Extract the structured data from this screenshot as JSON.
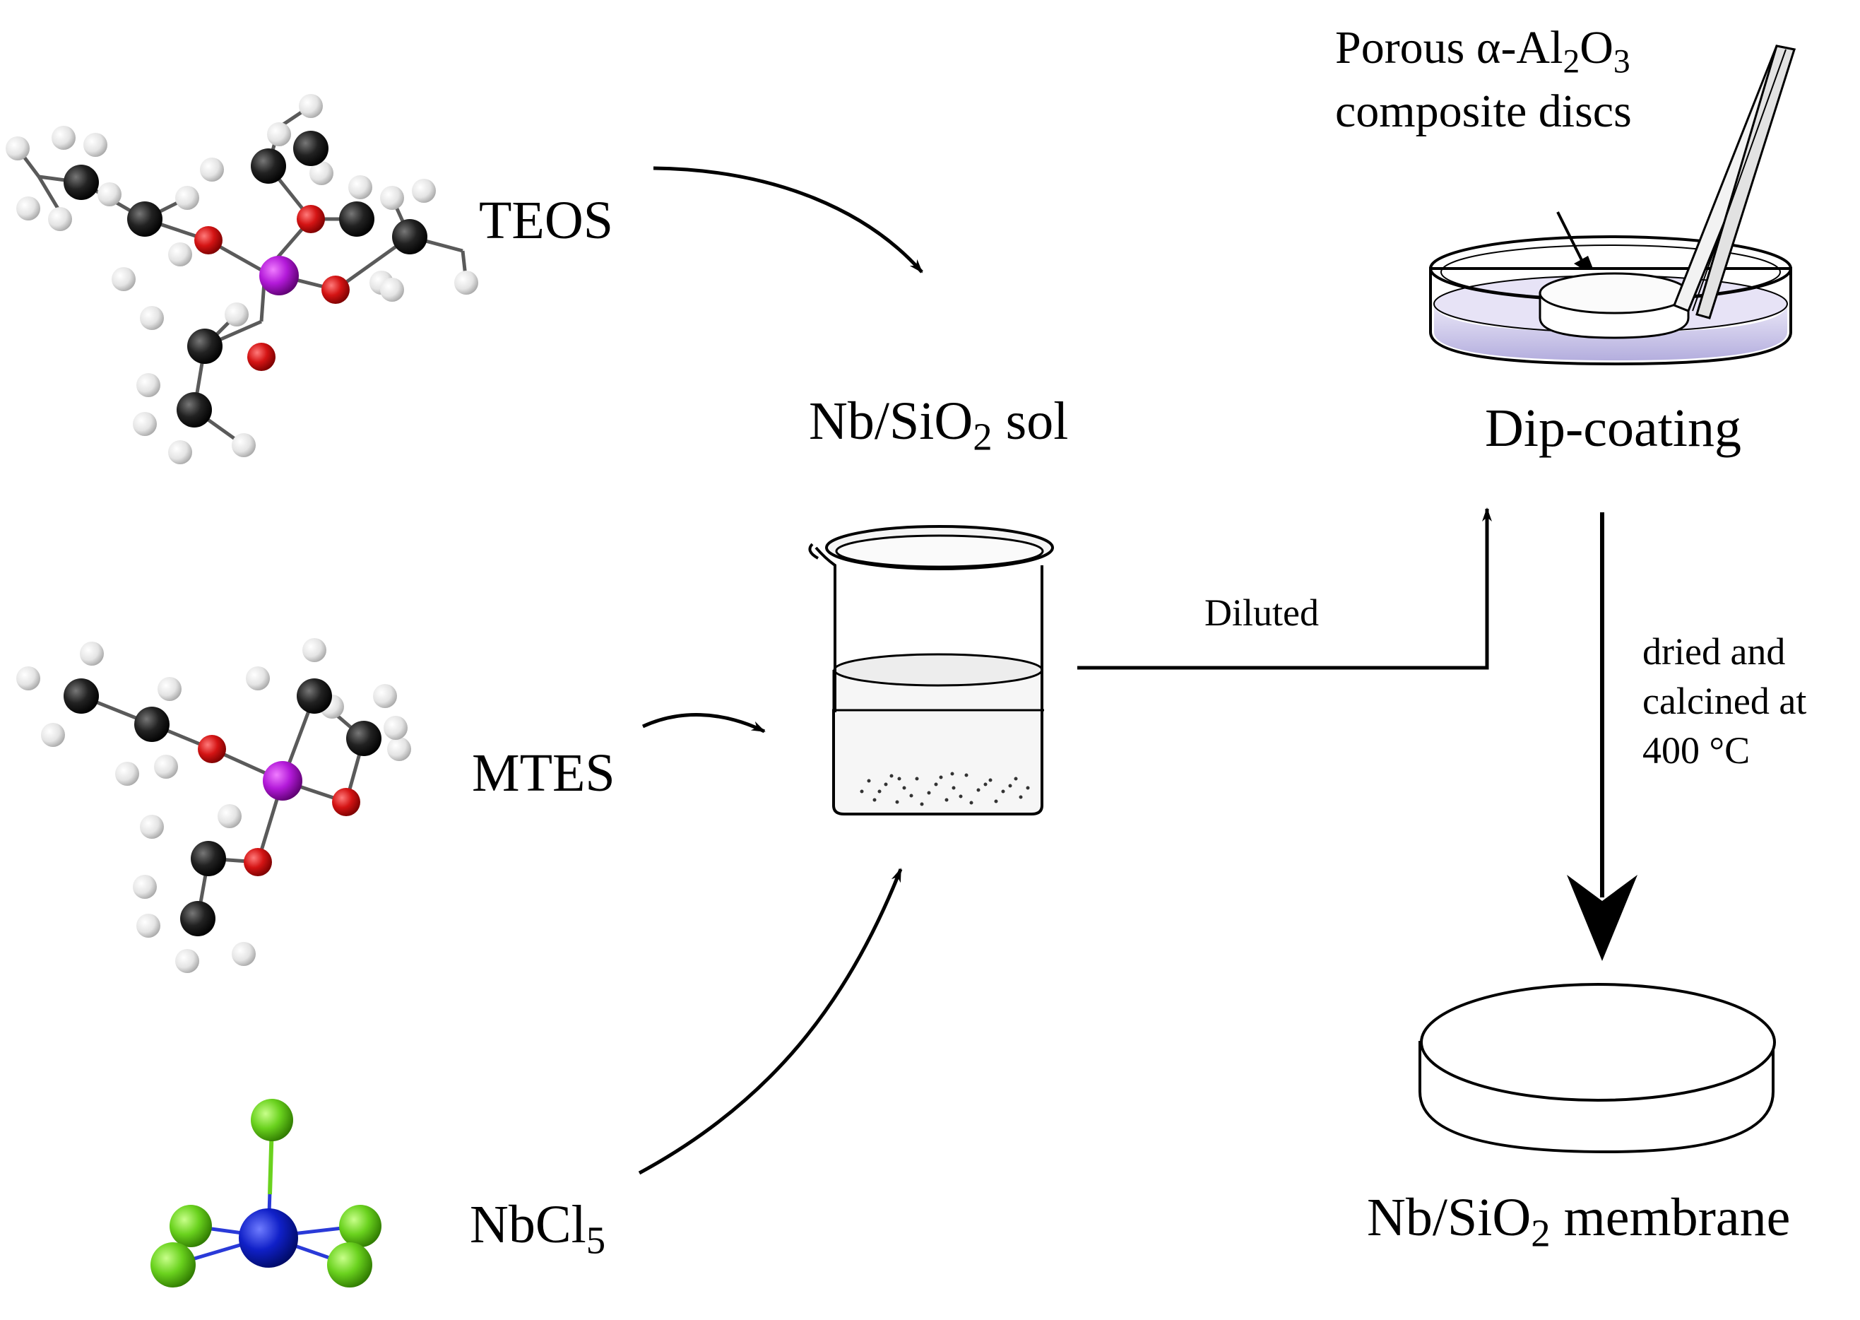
{
  "reagents": {
    "teos": "TEOS",
    "mtes": "MTES",
    "nbcl": {
      "main": "NbCl",
      "sub": "5"
    }
  },
  "sol": {
    "pre": "Nb/SiO",
    "sub": "2",
    "post": " sol"
  },
  "dilute": {
    "label": "Diluted"
  },
  "disc": {
    "line1_pre": "Porous α-Al",
    "sub1": "2",
    "mid": "O",
    "sub2": "3",
    "line2": "composite discs"
  },
  "dip": {
    "label": "Dip-coating"
  },
  "calcine": {
    "line1": "dried and",
    "line2": "calcined at",
    "line3": "400 °C"
  },
  "membrane": {
    "pre": "Nb/SiO",
    "sub": "2",
    "post": " membrane"
  },
  "colors": {
    "carbon": "#222222",
    "hydrogen": "#e8e8e8",
    "oxygen": "#d41414",
    "silicon": "#b31ad9",
    "niobium": "#1020c8",
    "chlorine": "#6ad21e",
    "liquid": "#d7d2ee"
  }
}
